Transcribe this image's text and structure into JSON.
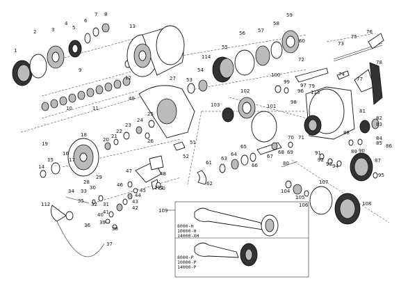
{
  "handle_box": {
    "number": "109",
    "variant_h": [
      "8000-H",
      "10000-H",
      "14000-XH"
    ],
    "variant_p": [
      "8000-P",
      "10000-P",
      "14000-P"
    ]
  }
}
